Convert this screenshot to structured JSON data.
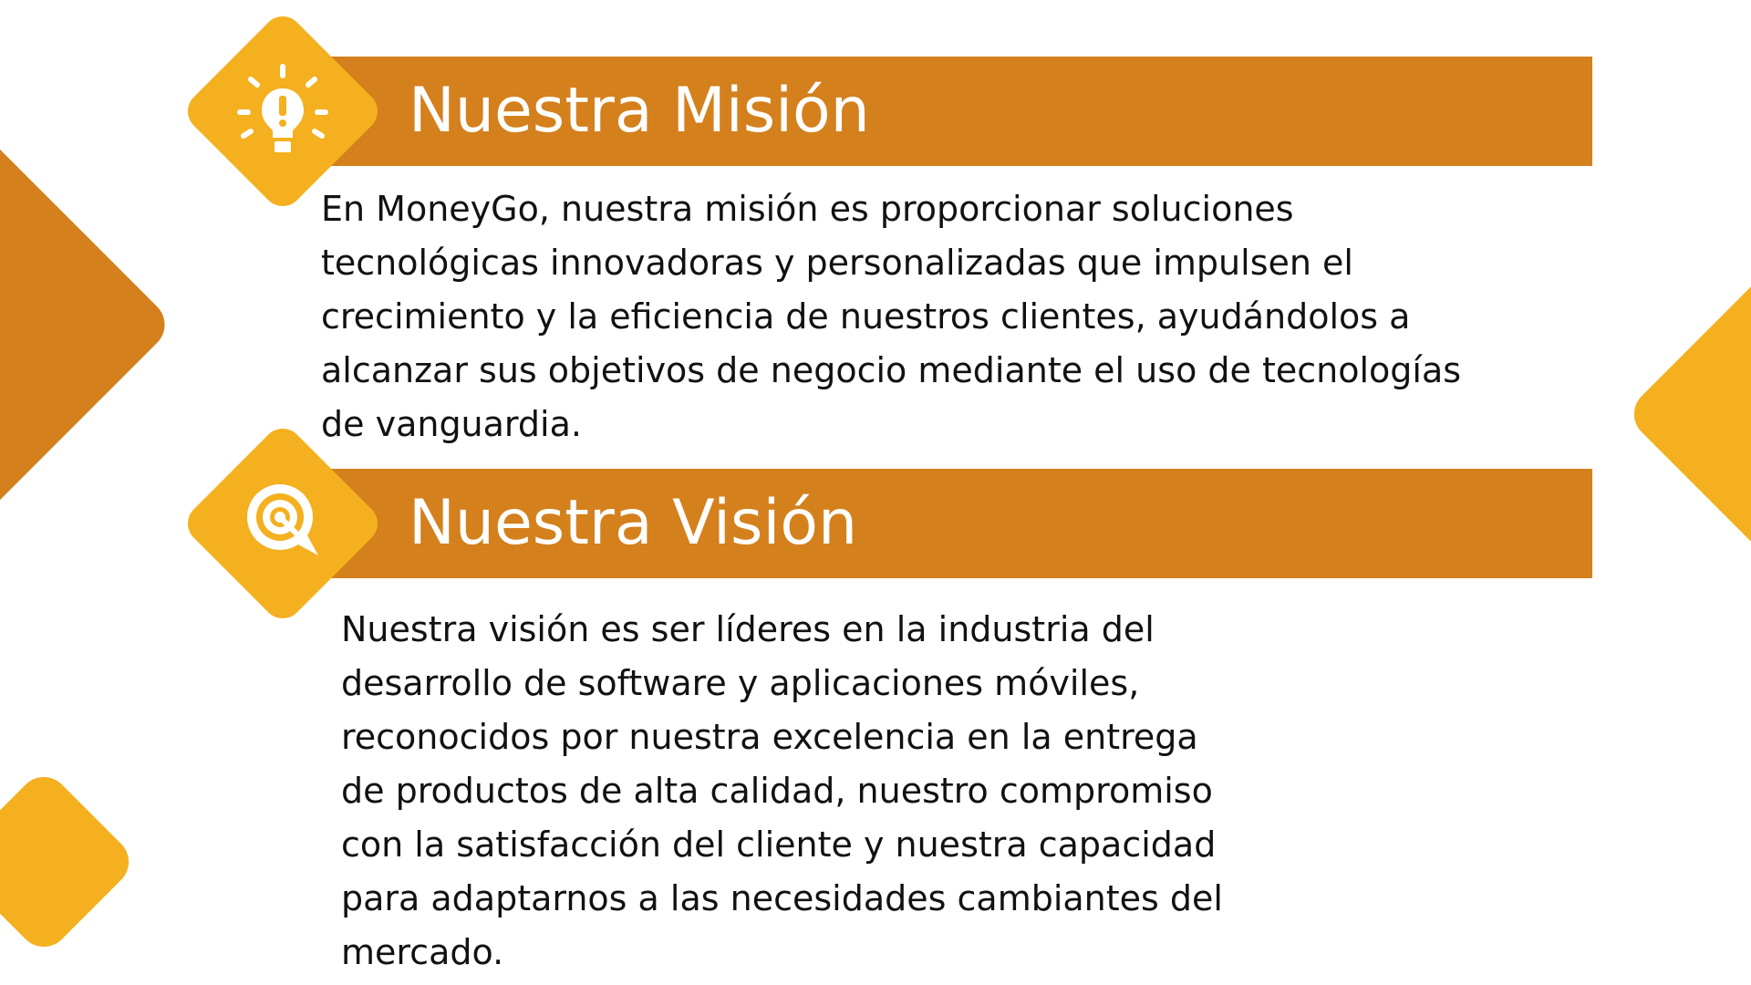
{
  "mission": {
    "title": "Nuestra Misión",
    "text": "En MoneyGo, nuestra misión es proporcionar soluciones\ntecnológicas innovadoras y personalizadas que impulsen el\ncrecimiento y la eficiencia de nuestros clientes, ayudándolos a\nalcanzar sus objetivos de negocio mediante el uso de tecnologías\nde vanguardia.",
    "icon": "lightbulb-icon"
  },
  "vision": {
    "title": "Nuestra Visión",
    "text": "Nuestra visión es ser líderes en la industria del\ndesarrollo de software y aplicaciones móviles,\nreconocidos por nuestra excelencia en la entrega\nde productos de alta calidad, nuestro compromiso\ncon la satisfacción del cliente y nuestra capacidad\npara adaptarnos a las necesidades cambiantes del\nmercado.",
    "icon": "target-icon"
  },
  "colors": {
    "banner": "#D4801D",
    "accent": "#F4B01F",
    "text": "#111111",
    "background": "#FFFFFF"
  }
}
